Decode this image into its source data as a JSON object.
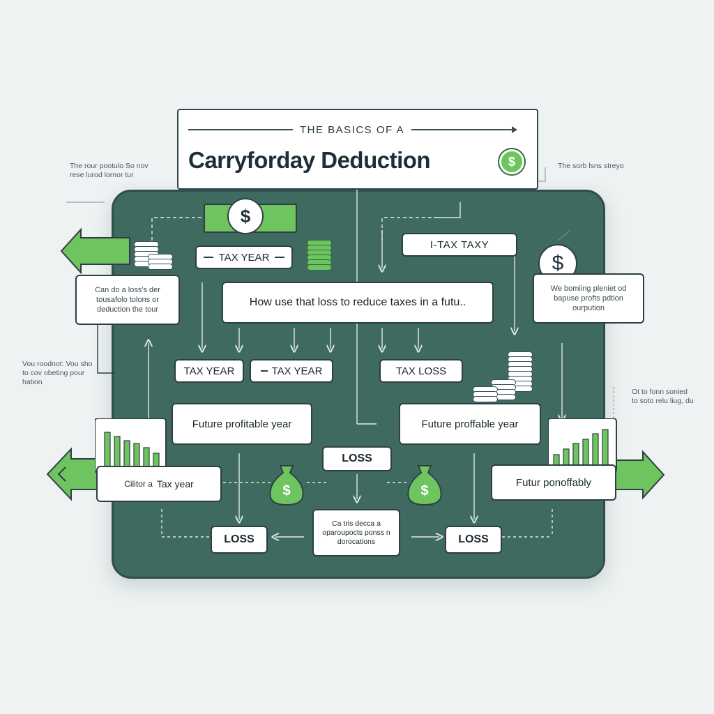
{
  "header": {
    "kicker": "THE BASICS OF A",
    "title": "Carryforday Deduction"
  },
  "boxes": {
    "tax_year_top_left": "TAX YEAR",
    "tax_taxy_top_right": "I-TAX TAXY",
    "center_question": "How use that loss to reduce taxes in a futu..",
    "tax_year_mid_1": "TAX YEAR",
    "tax_year_mid_2": "TAX YEAR",
    "tax_loss_mid": "TAX LOSS",
    "future_year_left": "Future profitable year",
    "future_year_right": "Future proffable year",
    "loss_center": "LOSS",
    "tax_year_bottom_left": "Tax year",
    "tax_year_bottom_left_prefix": "Cilitor a",
    "future_bottom_right": "Futur ponoffably",
    "loss_bottom_left": "LOSS",
    "loss_bottom_right": "LOSS",
    "center_bottom_note": "Ca tris decca a oparoupocts ponss n dorocations"
  },
  "side_cards": {
    "left": "Can do a loss's der tousafolo tolons or deduction the tour",
    "right": "We bomiing pleniet od bapuse profts pdtion ourpution"
  },
  "notes": {
    "top_left": "The rour pootulo So nov rese lurod lornor tur",
    "top_right": "The sorb lsns streyo",
    "mid_left": "Vou roodnot: Vou sho to cov obeting pour hation",
    "mid_right": "Ot to fonn sonied to soto relu liug, du"
  },
  "icons": {
    "dollar": "$",
    "colors": {
      "board": "#3f6a60",
      "accent": "#6ec45f",
      "ink": "#1e2f36"
    }
  }
}
